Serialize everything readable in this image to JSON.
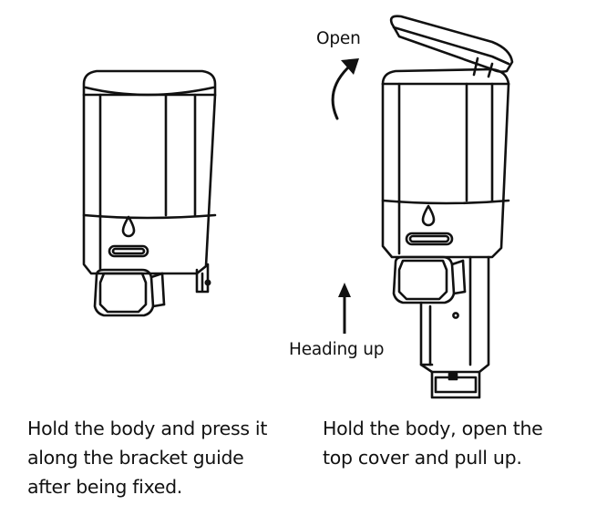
{
  "labels": {
    "open": "Open",
    "heading_up": "Heading up"
  },
  "captions": {
    "left": [
      "Hold the body and press it",
      "along the bracket guide",
      "after being fixed."
    ],
    "right": [
      "Hold the body, open the",
      "top cover and pull up."
    ]
  },
  "icons": [
    "curved-arrow-icon",
    "up-arrow-icon",
    "water-drop-icon"
  ],
  "colors": {
    "line": "#111111",
    "background": "#ffffff"
  }
}
